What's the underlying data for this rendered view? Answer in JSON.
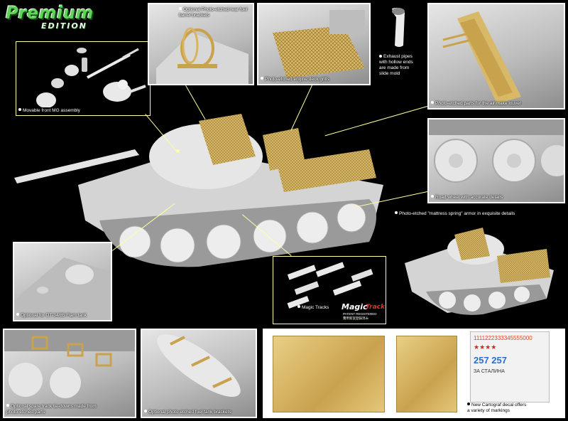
{
  "logo": {
    "main": "Premium",
    "sub": "EDITION"
  },
  "captions": {
    "mg": "Movable front MG assembly",
    "fuel_barrel": "Optional Photo-etched rear fuel barrel brackets",
    "deck_grills": "Photo-etched engine deck grills",
    "exhaust": [
      "Exhaust pipes",
      "with hollow ends",
      "are made from",
      "slide mold"
    ],
    "airintake": "Photo-etched parts for the airintake louver",
    "road_wheel": "Road wheel with accurate details",
    "mattress": "Photo-etched \"mattress spring\" armor in exquisite details",
    "ot34": "Optional for OT-34/85 Flam tank",
    "magic_tracks": "Magic Tracks",
    "spare_track": [
      "Optional spare track tie-downs made from",
      "photo-etched parts"
    ],
    "fuel_tank": "Optional photo-etched fuel tank brackets",
    "cartograf": [
      "New Cartograf decal offers",
      "a variety of markings"
    ]
  },
  "magic_tracks_logo": {
    "main": "Magic",
    "script": "Track",
    "line1": "PATENT REGISTERED",
    "line2": "實用新案登錄済み"
  },
  "decal_text": {
    "numbers_row": "1111222333345555000",
    "big_number": "257 257",
    "small_script": "ЗА СТАЛИНА"
  },
  "colors": {
    "leader": "#ffffa0",
    "logo_green": "#5fd35a",
    "brass": "#c9a24d"
  }
}
